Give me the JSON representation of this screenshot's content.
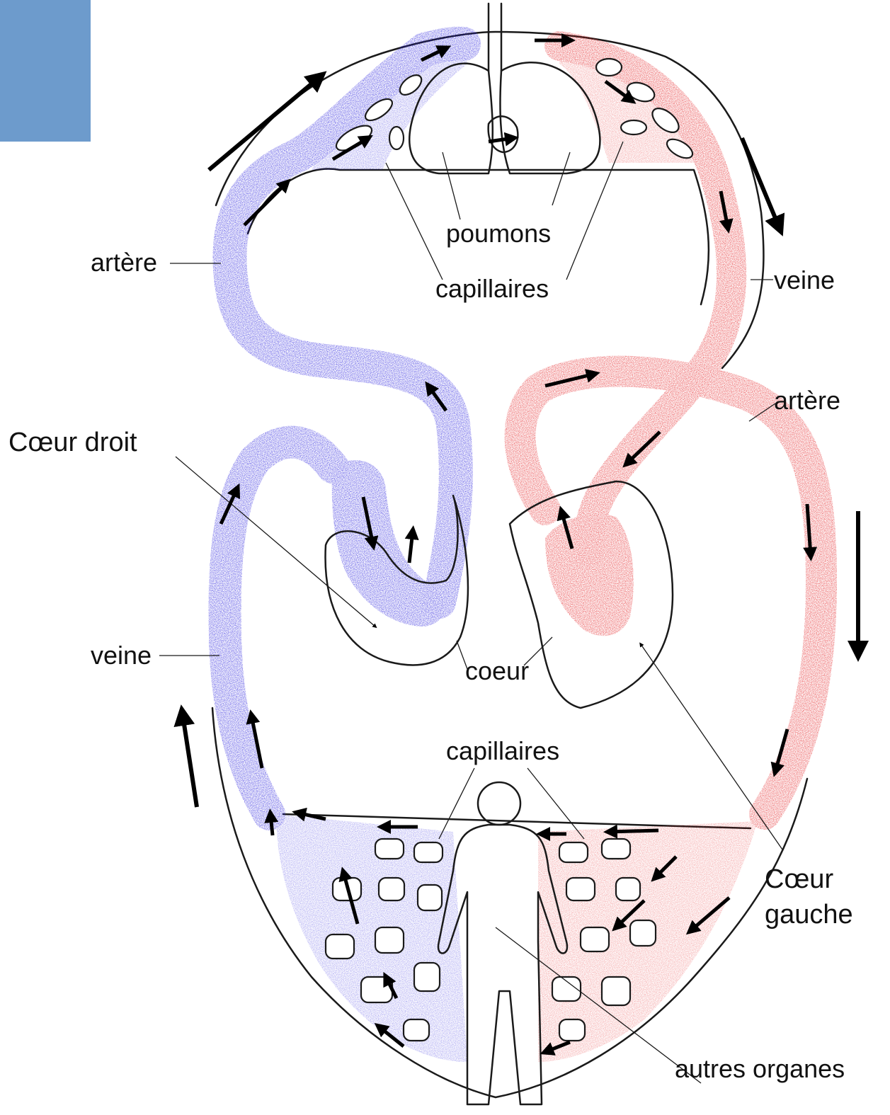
{
  "colors": {
    "deoxygenated": "#2a22dd",
    "oxygenated": "#e52528",
    "corner_box": "#6d9bcc",
    "outline": "#1a1a1a",
    "arrow": "#000000"
  },
  "labels": {
    "poumons": "poumons",
    "capillaires_top": "capillaires",
    "artere_left": "artère",
    "veine_right": "veine",
    "artere_right": "artère",
    "coeur_droit": "Cœur droit",
    "veine_left": "veine",
    "coeur": "coeur",
    "capillaires_bottom": "capillaires",
    "coeur_gauche_line1": "Cœur",
    "coeur_gauche_line2": "gauche",
    "autres_organes": "autres organes"
  },
  "icons": {
    "flow_arrow": "arrow-icon",
    "human": "human-figure-icon",
    "lungs": "lungs-icon"
  }
}
